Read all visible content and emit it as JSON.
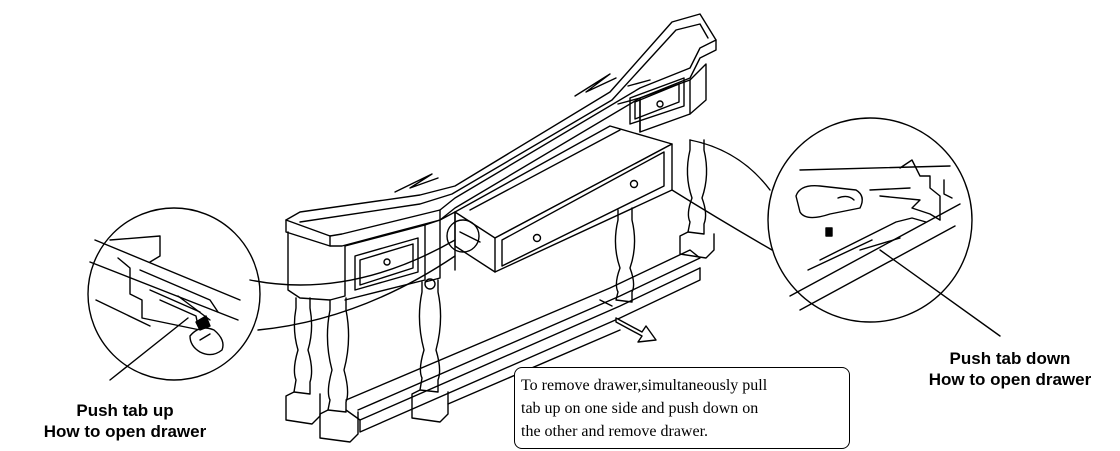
{
  "labels": {
    "left": {
      "line1": "Push tab up",
      "line2": "How to open drawer"
    },
    "right": {
      "line1": "Push tab down",
      "line2": "How to open drawer"
    }
  },
  "note": {
    "lines": [
      "To remove drawer,simultaneously pull",
      "tab up on one side and push down on",
      "the other and remove drawer."
    ]
  },
  "icons": [
    "hand-icon",
    "arrow-icon"
  ],
  "colors": {
    "ink": "#000000",
    "paper": "#ffffff"
  }
}
